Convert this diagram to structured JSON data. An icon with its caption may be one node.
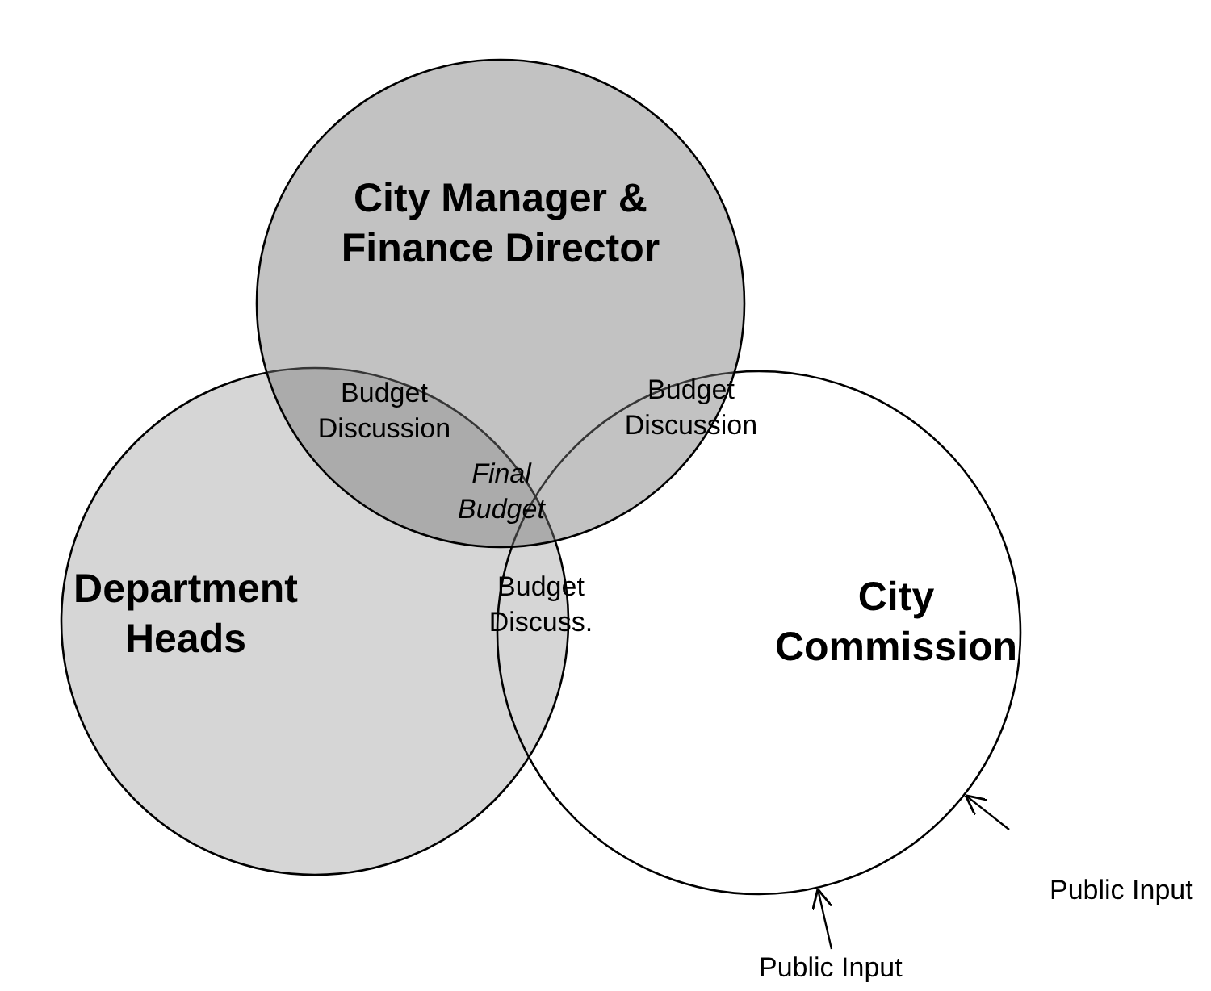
{
  "diagram": {
    "nodes": [
      {
        "text": [
          "City Manager & Finance Director"
        ]
      },
      {
        "text": [
          "Department Heads"
        ]
      },
      {
        "text": [
          "City Commission"
        ]
      },
      {
        "text": [
          "Public Input"
        ]
      },
      {
        "text": [
          "Public Input"
        ]
      }
    ],
    "edges": [
      {
        "from": 3,
        "to": 2,
        "arrow": "to"
      },
      {
        "from": 4,
        "to": 2,
        "arrow": "to"
      }
    ],
    "labels": [
      "Budget Discussion",
      "Budget Discussion",
      "Final Budget",
      "Budget Discuss."
    ]
  }
}
